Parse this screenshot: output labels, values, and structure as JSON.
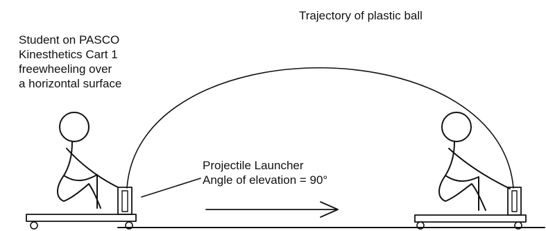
{
  "labels": {
    "trajectory": "Trajectory of plastic ball",
    "student": [
      "Student on PASCO",
      "Kinesthetics Cart 1",
      "freewheeling over",
      "a horizontal surface"
    ],
    "launcher": [
      "Projectile Launcher",
      "Angle of elevation = 90°"
    ]
  },
  "colors": {
    "ink": "#111111",
    "background": "#ffffff"
  }
}
